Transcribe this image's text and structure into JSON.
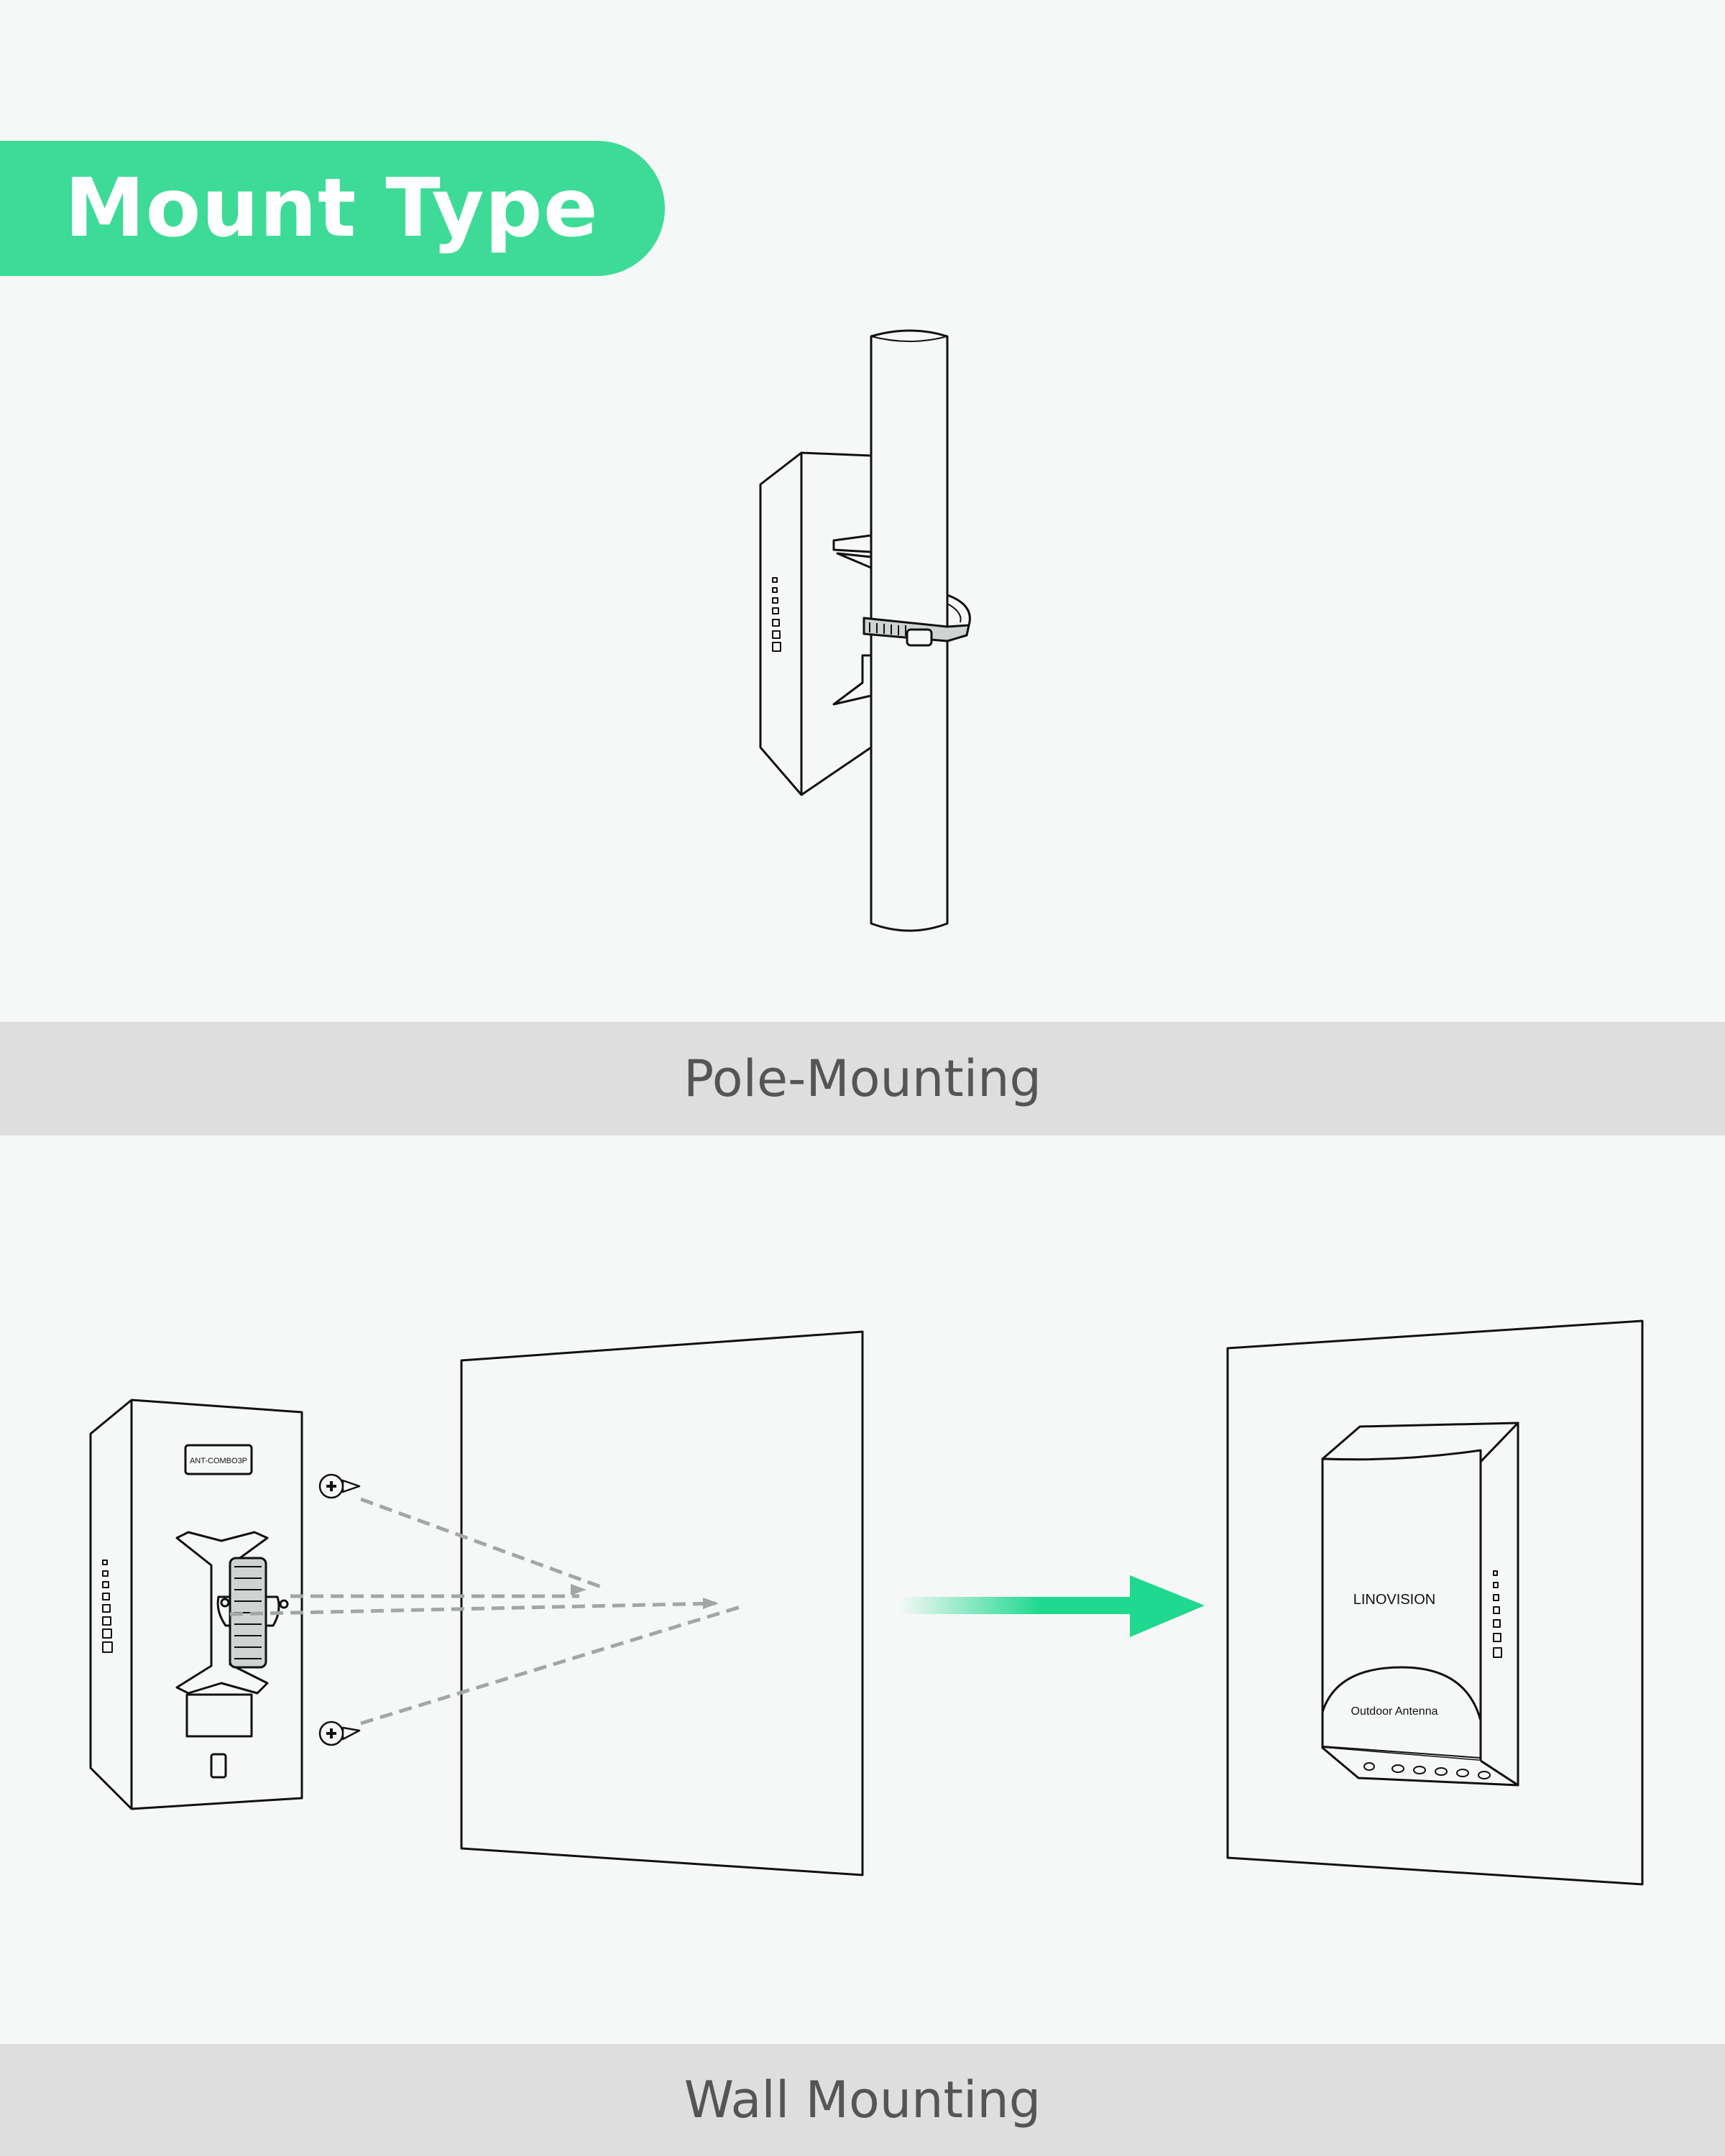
{
  "header": {
    "title": "Mount Type"
  },
  "sections": [
    {
      "caption": "Pole-Mounting"
    },
    {
      "caption": "Wall Mounting"
    }
  ],
  "device": {
    "model_label": "ANT-COMBO3P",
    "brand": "LINOVISION",
    "product_name": "Outdoor Antenna"
  },
  "colors": {
    "accent": "#3ddb97",
    "arrow": "#1ed98e",
    "caption_bar": "#dddedd",
    "background": "#f6f8f7"
  },
  "icons": [
    "screw-icon",
    "arrow-right-icon"
  ]
}
